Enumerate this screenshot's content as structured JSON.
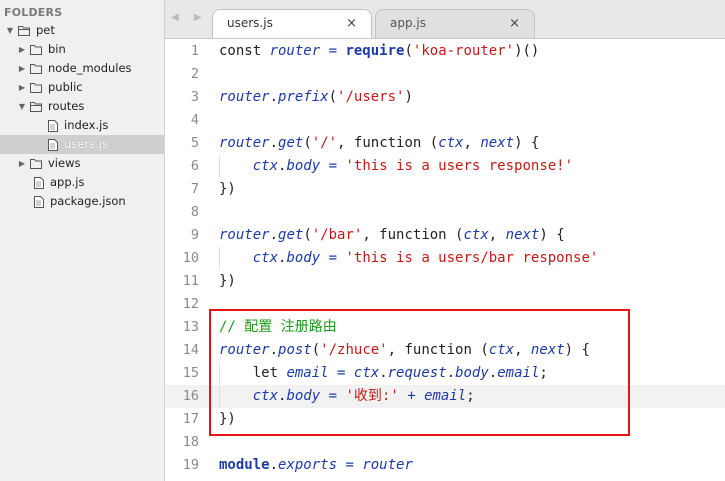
{
  "sidebar": {
    "header": "FOLDERS",
    "items": [
      {
        "label": "pet"
      },
      {
        "label": "bin"
      },
      {
        "label": "node_modules"
      },
      {
        "label": "public"
      },
      {
        "label": "routes"
      },
      {
        "label": "index.js"
      },
      {
        "label": "users.js"
      },
      {
        "label": "views"
      },
      {
        "label": "app.js"
      },
      {
        "label": "package.json"
      }
    ]
  },
  "tabs": [
    {
      "label": "users.js",
      "close": "×"
    },
    {
      "label": "app.js",
      "close": "×"
    }
  ],
  "nav_arrows": "◀ ▶",
  "colors": {
    "highlight_box": "#e51414",
    "string": "#c41a16",
    "variable": "#1d3aa8",
    "comment": "#1a9a1a"
  },
  "editor": {
    "lines": [
      {
        "n": "1",
        "tokens": [
          [
            "kw",
            "const "
          ],
          [
            "var",
            "router"
          ],
          [
            "op",
            " = "
          ],
          [
            "fn",
            "require"
          ],
          [
            "kw",
            "("
          ],
          [
            "str",
            "'koa-router'"
          ],
          [
            "kw",
            ")()"
          ]
        ]
      },
      {
        "n": "2",
        "tokens": []
      },
      {
        "n": "3",
        "tokens": [
          [
            "var",
            "router"
          ],
          [
            "kw",
            "."
          ],
          [
            "var",
            "prefix"
          ],
          [
            "kw",
            "("
          ],
          [
            "str",
            "'/users'"
          ],
          [
            "kw",
            ")"
          ]
        ]
      },
      {
        "n": "4",
        "tokens": []
      },
      {
        "n": "5",
        "tokens": [
          [
            "var",
            "router"
          ],
          [
            "kw",
            "."
          ],
          [
            "var",
            "get"
          ],
          [
            "kw",
            "("
          ],
          [
            "str",
            "'/'"
          ],
          [
            "kw",
            ", function ("
          ],
          [
            "var",
            "ctx"
          ],
          [
            "kw",
            ", "
          ],
          [
            "var",
            "next"
          ],
          [
            "kw",
            ") {"
          ]
        ]
      },
      {
        "n": "6",
        "tokens": [
          [
            "kw",
            "    "
          ],
          [
            "var",
            "ctx"
          ],
          [
            "kw",
            "."
          ],
          [
            "var",
            "body"
          ],
          [
            "op",
            " = "
          ],
          [
            "str",
            "'this is a users response!'"
          ]
        ]
      },
      {
        "n": "7",
        "tokens": [
          [
            "kw",
            "})"
          ]
        ]
      },
      {
        "n": "8",
        "tokens": []
      },
      {
        "n": "9",
        "tokens": [
          [
            "var",
            "router"
          ],
          [
            "kw",
            "."
          ],
          [
            "var",
            "get"
          ],
          [
            "kw",
            "("
          ],
          [
            "str",
            "'/bar'"
          ],
          [
            "kw",
            ", function ("
          ],
          [
            "var",
            "ctx"
          ],
          [
            "kw",
            ", "
          ],
          [
            "var",
            "next"
          ],
          [
            "kw",
            ") {"
          ]
        ]
      },
      {
        "n": "10",
        "tokens": [
          [
            "kw",
            "    "
          ],
          [
            "var",
            "ctx"
          ],
          [
            "kw",
            "."
          ],
          [
            "var",
            "body"
          ],
          [
            "op",
            " = "
          ],
          [
            "str",
            "'this is a users/bar response'"
          ]
        ]
      },
      {
        "n": "11",
        "tokens": [
          [
            "kw",
            "})"
          ]
        ]
      },
      {
        "n": "12",
        "tokens": []
      },
      {
        "n": "13",
        "tokens": [
          [
            "cm",
            "// 配置 注册路由"
          ]
        ]
      },
      {
        "n": "14",
        "tokens": [
          [
            "var",
            "router"
          ],
          [
            "kw",
            "."
          ],
          [
            "var",
            "post"
          ],
          [
            "kw",
            "("
          ],
          [
            "str",
            "'/zhuce'"
          ],
          [
            "kw",
            ", function ("
          ],
          [
            "var",
            "ctx"
          ],
          [
            "kw",
            ", "
          ],
          [
            "var",
            "next"
          ],
          [
            "kw",
            ") {"
          ]
        ]
      },
      {
        "n": "15",
        "tokens": [
          [
            "kw",
            "    let "
          ],
          [
            "var",
            "email"
          ],
          [
            "op",
            " = "
          ],
          [
            "var",
            "ctx"
          ],
          [
            "kw",
            "."
          ],
          [
            "var",
            "request"
          ],
          [
            "kw",
            "."
          ],
          [
            "var",
            "body"
          ],
          [
            "kw",
            "."
          ],
          [
            "var",
            "email"
          ],
          [
            "kw",
            ";"
          ]
        ]
      },
      {
        "n": "16",
        "tokens": [
          [
            "kw",
            "    "
          ],
          [
            "var",
            "ctx"
          ],
          [
            "kw",
            "."
          ],
          [
            "var",
            "body"
          ],
          [
            "op",
            " = "
          ],
          [
            "str",
            "'收到:'"
          ],
          [
            "op",
            " + "
          ],
          [
            "var",
            "email"
          ],
          [
            "kw",
            ";"
          ]
        ]
      },
      {
        "n": "17",
        "tokens": [
          [
            "kw",
            "})"
          ]
        ]
      },
      {
        "n": "18",
        "tokens": []
      },
      {
        "n": "19",
        "tokens": [
          [
            "fn",
            "module"
          ],
          [
            "kw",
            "."
          ],
          [
            "var",
            "exports"
          ],
          [
            "op",
            " = "
          ],
          [
            "var",
            "router"
          ]
        ]
      }
    ]
  }
}
